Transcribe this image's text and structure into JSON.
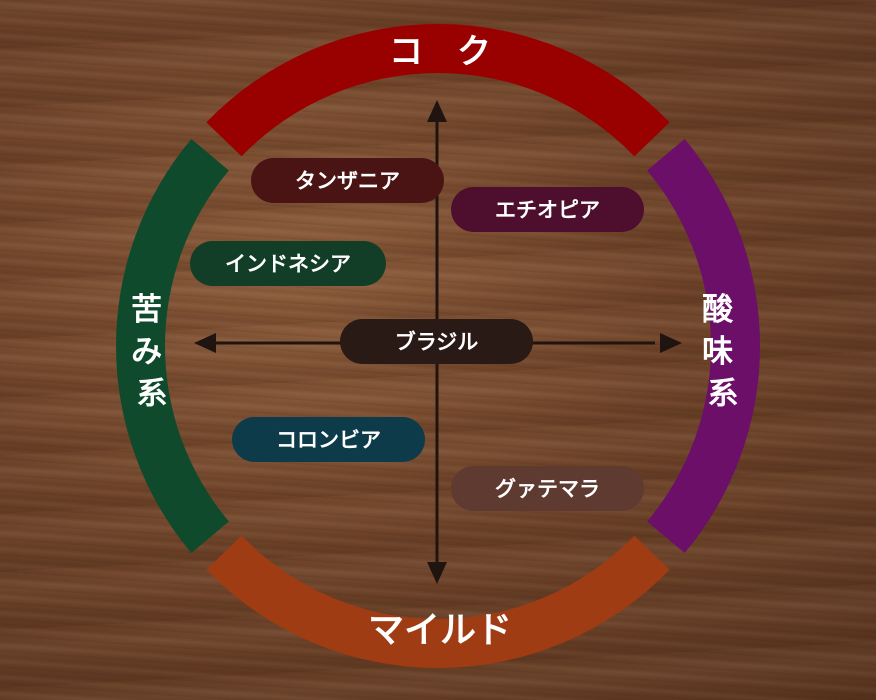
{
  "segments": {
    "top": {
      "label": "コ　ク",
      "color": "#990000"
    },
    "right": {
      "label": "酸味系",
      "color": "#6b0f68"
    },
    "bottom": {
      "label": "マイルド",
      "color": "#a03c13"
    },
    "left": {
      "label": "苦み系",
      "color": "#0f4a2c"
    }
  },
  "origins": [
    {
      "key": "tanzania",
      "label": "タンザニア",
      "color": "#4a1414"
    },
    {
      "key": "ethiopia",
      "label": "エチオピア",
      "color": "#4e0f2e"
    },
    {
      "key": "indonesia",
      "label": "インドネシア",
      "color": "#123e27"
    },
    {
      "key": "brazil",
      "label": "ブラジル",
      "color": "#2a1a16"
    },
    {
      "key": "colombia",
      "label": "コロンビア",
      "color": "#0e3b4a"
    },
    {
      "key": "guatemala",
      "label": "グァテマラ",
      "color": "#5e3a30"
    }
  ],
  "axis_color": "#1f1410"
}
